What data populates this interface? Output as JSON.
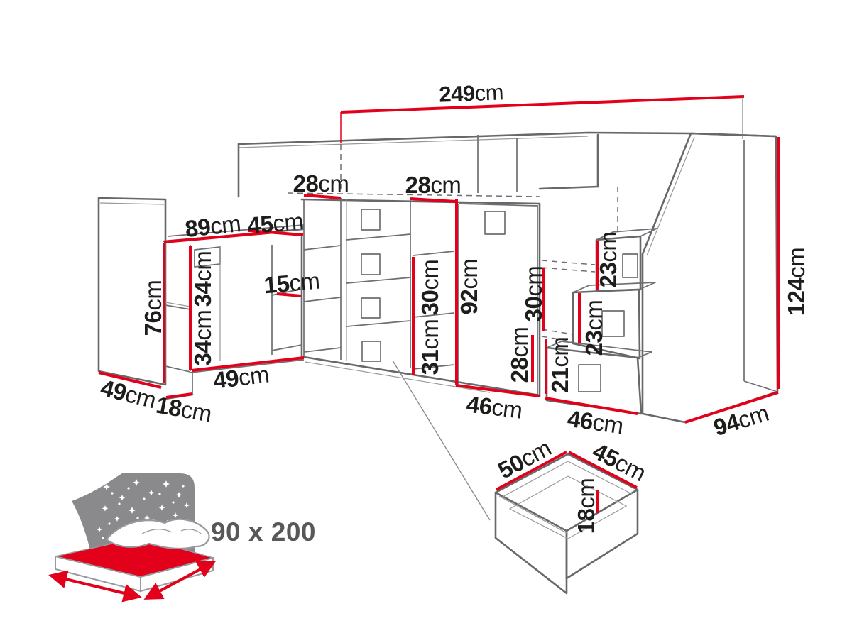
{
  "colors": {
    "dimension_red": "#e2001a",
    "outline_dark": "#66686b",
    "outline_light": "#98999c",
    "label_black": "#1d1d1b",
    "gray_text": "#58585a",
    "icon_gray": "#8a8a8c"
  },
  "dimensions": {
    "overall_width": {
      "value": "249",
      "unit": "cm"
    },
    "shelf_column_width": {
      "value": "28",
      "unit": "cm"
    },
    "drawer_column_width": {
      "value": "28",
      "unit": "cm"
    },
    "desk_width": {
      "value": "89",
      "unit": "cm"
    },
    "desk_return_width": {
      "value": "45",
      "unit": "cm"
    },
    "bookcase_height": {
      "value": "76",
      "unit": "cm"
    },
    "bookcase_shelf_upper": {
      "value": "34",
      "unit": "cm"
    },
    "bookcase_shelf_lower": {
      "value": "34",
      "unit": "cm"
    },
    "desk_shelf_height": {
      "value": "15",
      "unit": "cm"
    },
    "middle_shelf_upper": {
      "value": "30",
      "unit": "cm"
    },
    "middle_shelf_lower": {
      "value": "31",
      "unit": "cm"
    },
    "wardrobe_height": {
      "value": "92",
      "unit": "cm"
    },
    "niche_upper": {
      "value": "30",
      "unit": "cm"
    },
    "niche_lower": {
      "value": "28",
      "unit": "cm"
    },
    "step_top_height": {
      "value": "23",
      "unit": "cm"
    },
    "step_middle_height": {
      "value": "23",
      "unit": "cm"
    },
    "step_bottom_height": {
      "value": "21",
      "unit": "cm"
    },
    "bookcase_depth": {
      "value": "49",
      "unit": "cm"
    },
    "plinth_height": {
      "value": "18",
      "unit": "cm"
    },
    "desk_depth": {
      "value": "49",
      "unit": "cm"
    },
    "wardrobe_width": {
      "value": "46",
      "unit": "cm"
    },
    "stairs_width": {
      "value": "46",
      "unit": "cm"
    },
    "side_depth": {
      "value": "94",
      "unit": "cm"
    },
    "overall_height": {
      "value": "124",
      "unit": "cm"
    },
    "drawer_depth": {
      "value": "50",
      "unit": "cm"
    },
    "drawer_width": {
      "value": "45",
      "unit": "cm"
    },
    "drawer_height": {
      "value": "18",
      "unit": "cm"
    }
  },
  "bed_icon": {
    "mattress_size": "90 x 200"
  }
}
